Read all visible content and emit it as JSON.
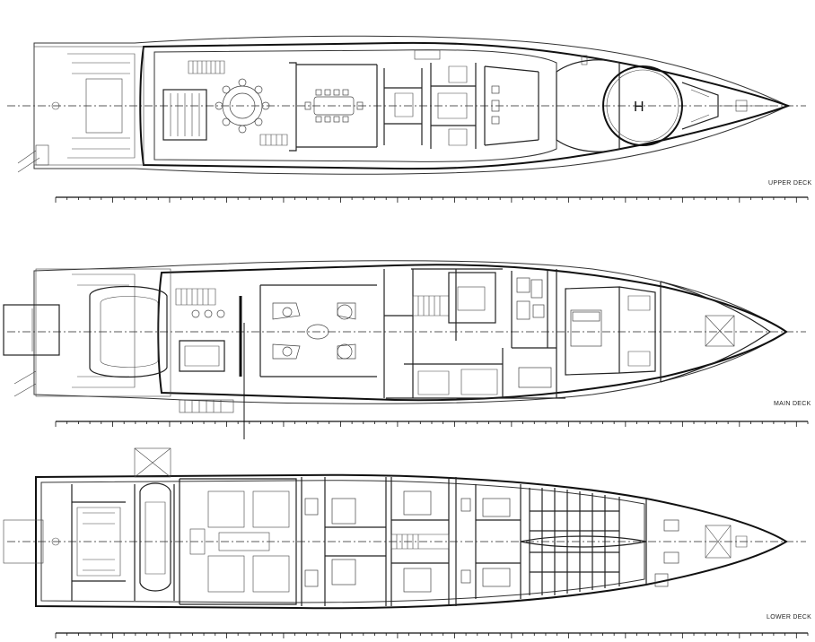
{
  "decks": [
    {
      "id": "upper",
      "label": "UPPER DECK"
    },
    {
      "id": "main",
      "label": "MAIN DECK"
    },
    {
      "id": "lower",
      "label": "LOWER DECK"
    }
  ],
  "colors": {
    "line": "#111111",
    "background": "#ffffff"
  }
}
